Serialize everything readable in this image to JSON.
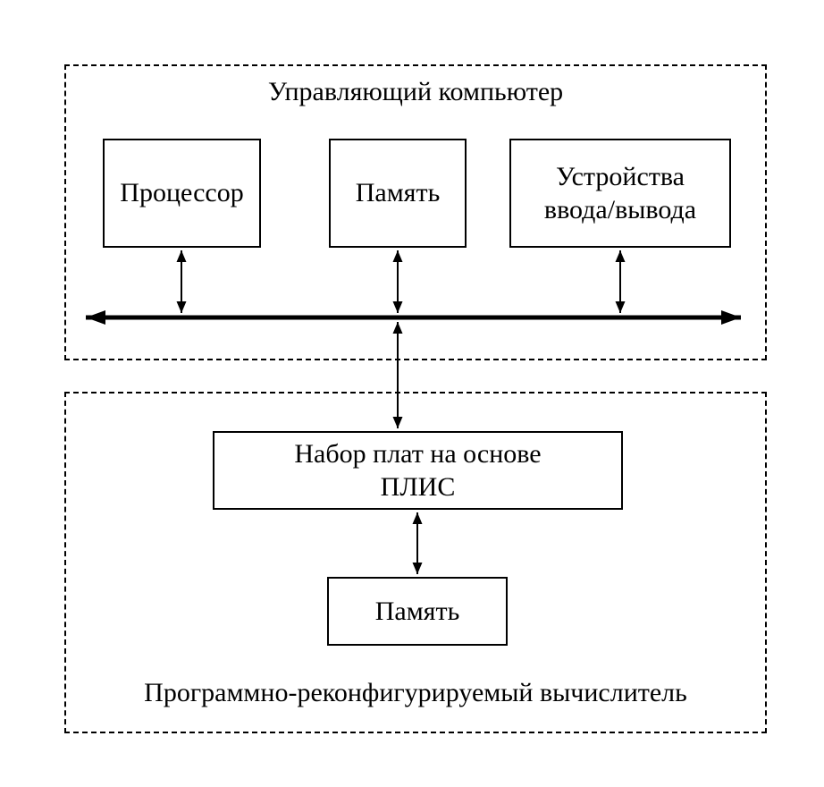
{
  "diagram": {
    "control_computer": {
      "title": "Управляющий компьютер",
      "processor_label": "Процессор",
      "memory_label": "Память",
      "io_devices_label": "Устройства\nввода/вывода"
    },
    "reconfigurable_computer": {
      "title": "Программно-реконфигурируемый вычислитель",
      "fpga_boards_label": "Набор плат на основе\nПЛИС",
      "memory_label": "Память"
    },
    "colors": {
      "line": "#000000",
      "background": "#ffffff"
    }
  }
}
